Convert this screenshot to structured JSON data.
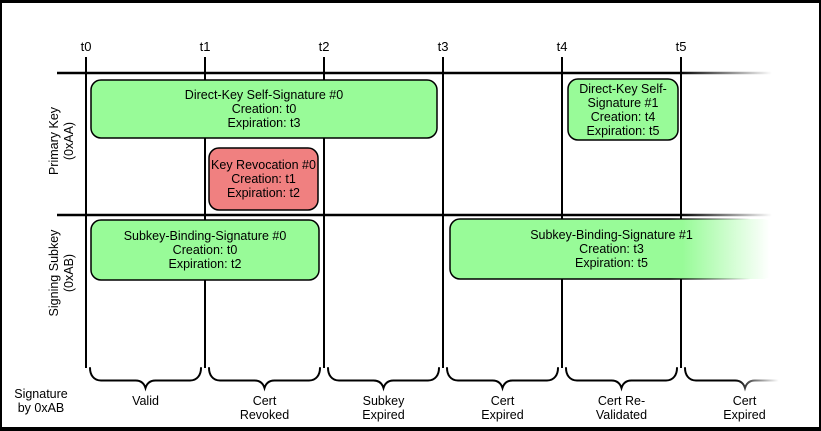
{
  "diagram": {
    "colors": {
      "valid_fill": "#98FB98",
      "revoked_fill": "#F08080",
      "line": "#000000"
    },
    "timeline": {
      "ticks": [
        "t0",
        "t1",
        "t2",
        "t3",
        "t4",
        "t5"
      ]
    },
    "rows": [
      {
        "label": "Primary Key\n(0xAA)"
      },
      {
        "label": "Signing Subkey\n(0xAB)"
      }
    ],
    "boxes": {
      "direct_key_sig_0": {
        "text": "Direct-Key Self-Signature #0\nCreation: t0\nExpiration: t3",
        "status": "valid"
      },
      "direct_key_sig_1": {
        "text": "Direct-Key Self-\nSignature #1\nCreation: t4\nExpiration: t5",
        "status": "valid"
      },
      "key_revocation_0": {
        "text": "Key Revocation #0\nCreation: t1\nExpiration: t2",
        "status": "revoked"
      },
      "subkey_binding_sig_0": {
        "text": "Subkey-Binding-Signature #0\nCreation: t0\nExpiration: t2",
        "status": "valid"
      },
      "subkey_binding_sig_1": {
        "text": "Subkey-Binding-Signature #1\nCreation: t3\nExpiration: t5",
        "status": "valid"
      }
    },
    "legend": {
      "label": "Signature\nby 0xAB"
    },
    "intervals": [
      {
        "from": "t0",
        "to": "t1",
        "label": "Valid"
      },
      {
        "from": "t1",
        "to": "t2",
        "label": "Cert\nRevoked"
      },
      {
        "from": "t2",
        "to": "t3",
        "label": "Subkey\nExpired"
      },
      {
        "from": "t3",
        "to": "t4",
        "label": "Cert\nExpired"
      },
      {
        "from": "t4",
        "to": "t5",
        "label": "Cert Re-\nValidated"
      },
      {
        "from": "t5",
        "to": "",
        "label": "Cert\nExpired"
      }
    ]
  }
}
